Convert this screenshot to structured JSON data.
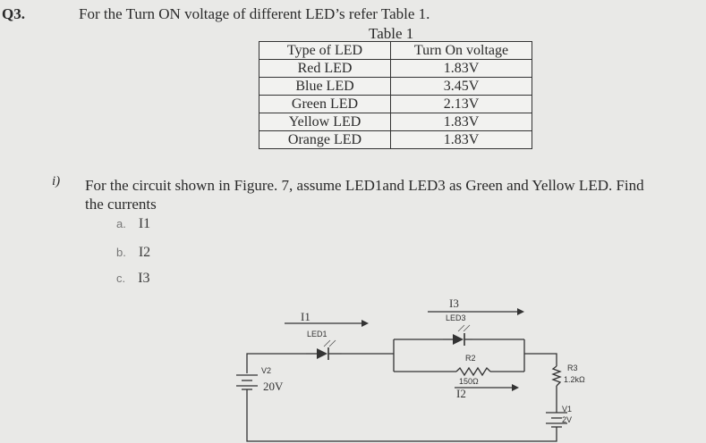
{
  "question": {
    "number": "Q3.",
    "text": "For the Turn ON voltage of different LED’s refer Table 1."
  },
  "table": {
    "title": "Table 1",
    "headers": [
      "Type of LED",
      "Turn On voltage"
    ],
    "rows": [
      [
        "Red LED",
        "1.83V"
      ],
      [
        "Blue LED",
        "3.45V"
      ],
      [
        "Green LED",
        "2.13V"
      ],
      [
        "Yellow LED",
        "1.83V"
      ],
      [
        "Orange LED",
        "1.83V"
      ]
    ]
  },
  "part_i": {
    "label": "i)",
    "text_line1": "For the circuit shown in Figure. 7, assume LED1and LED3 as Green and Yellow LED. Find",
    "text_line2": "the currents",
    "items": [
      {
        "label": "a.",
        "value": "I1"
      },
      {
        "label": "b.",
        "value": "I2"
      },
      {
        "label": "c.",
        "value": "I3"
      }
    ]
  },
  "circuit": {
    "I1_label": "I1",
    "I2_label": "I2",
    "I3_label": "I3",
    "led1_label": "LED1",
    "led3_label": "LED3",
    "r2_label": "R2",
    "r2_value": "150Ω",
    "r3_label": "R3",
    "r3_value": "1.2kΩ",
    "v1_label": "V1",
    "v1_value": "2V",
    "v2_label": "V2",
    "v2_value": "20V"
  }
}
